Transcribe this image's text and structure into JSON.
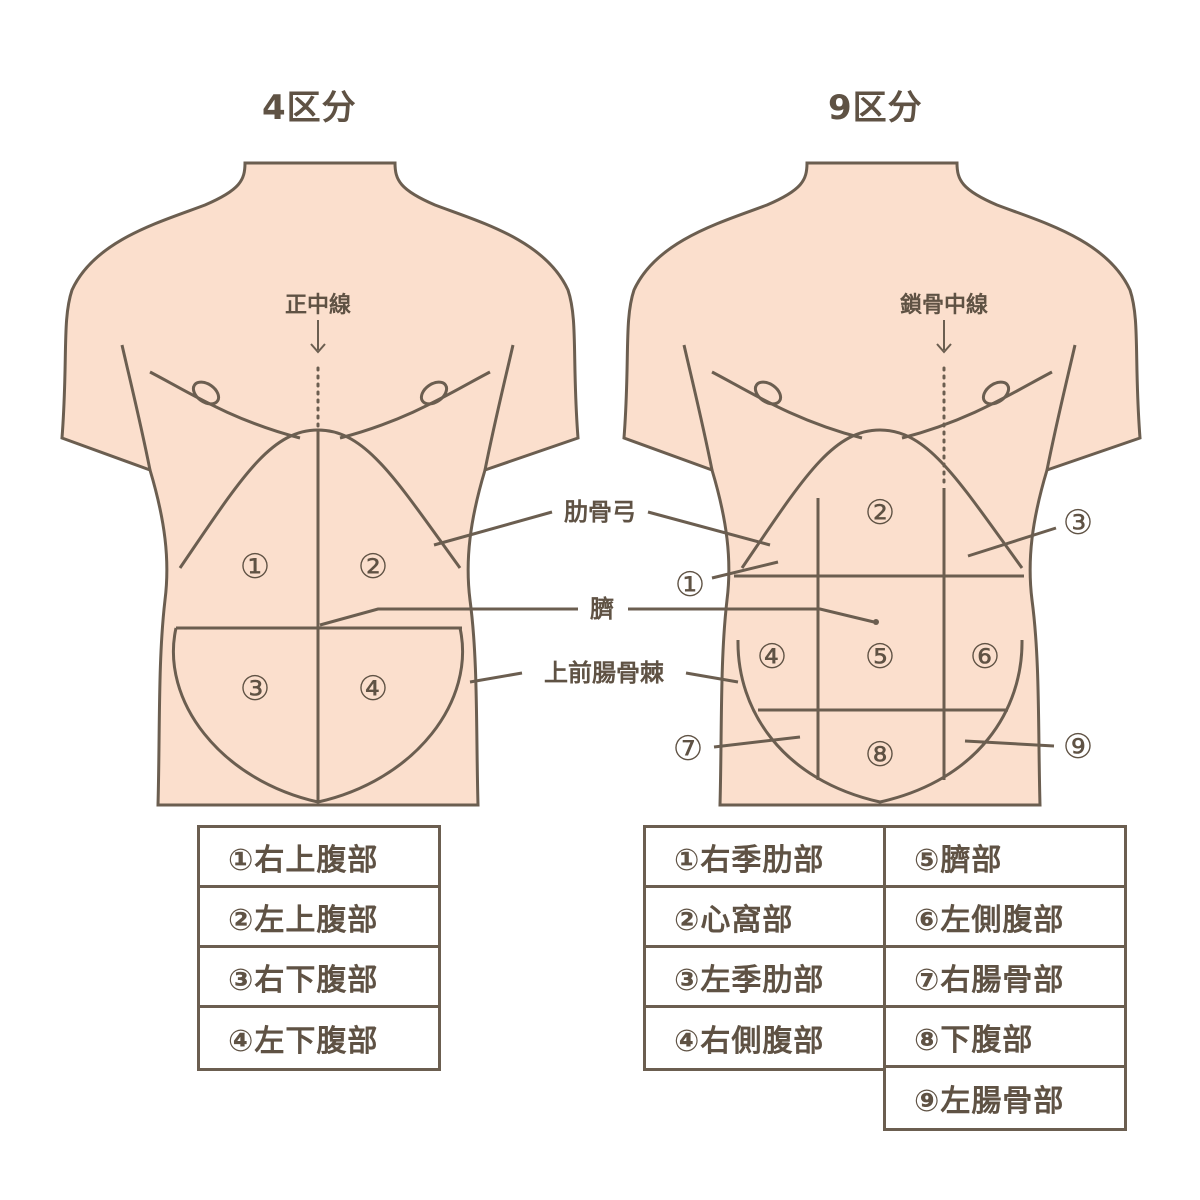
{
  "titles": {
    "left": "4区分",
    "right": "9区分"
  },
  "labels": {
    "midline": "正中線",
    "mcl": "鎖骨中線",
    "costal_arch": "肋骨弓",
    "navel": "臍",
    "asis": "上前腸骨棘"
  },
  "left_numbers": [
    "①",
    "②",
    "③",
    "④"
  ],
  "right_numbers": [
    "①",
    "②",
    "③",
    "④",
    "⑤",
    "⑥",
    "⑦",
    "⑧",
    "⑨"
  ],
  "legend_4": [
    "①右上腹部",
    "②左上腹部",
    "③右下腹部",
    "④左下腹部"
  ],
  "legend_9_left": [
    "①右季肋部",
    "②心窩部",
    "③左季肋部",
    "④右側腹部"
  ],
  "legend_9_right": [
    "⑤臍部",
    "⑥左側腹部",
    "⑦右腸骨部",
    "⑧下腹部",
    "⑨左腸骨部"
  ],
  "colors": {
    "skin": "#fbdfcd",
    "line": "#6b5e50",
    "text": "#5f5244"
  }
}
